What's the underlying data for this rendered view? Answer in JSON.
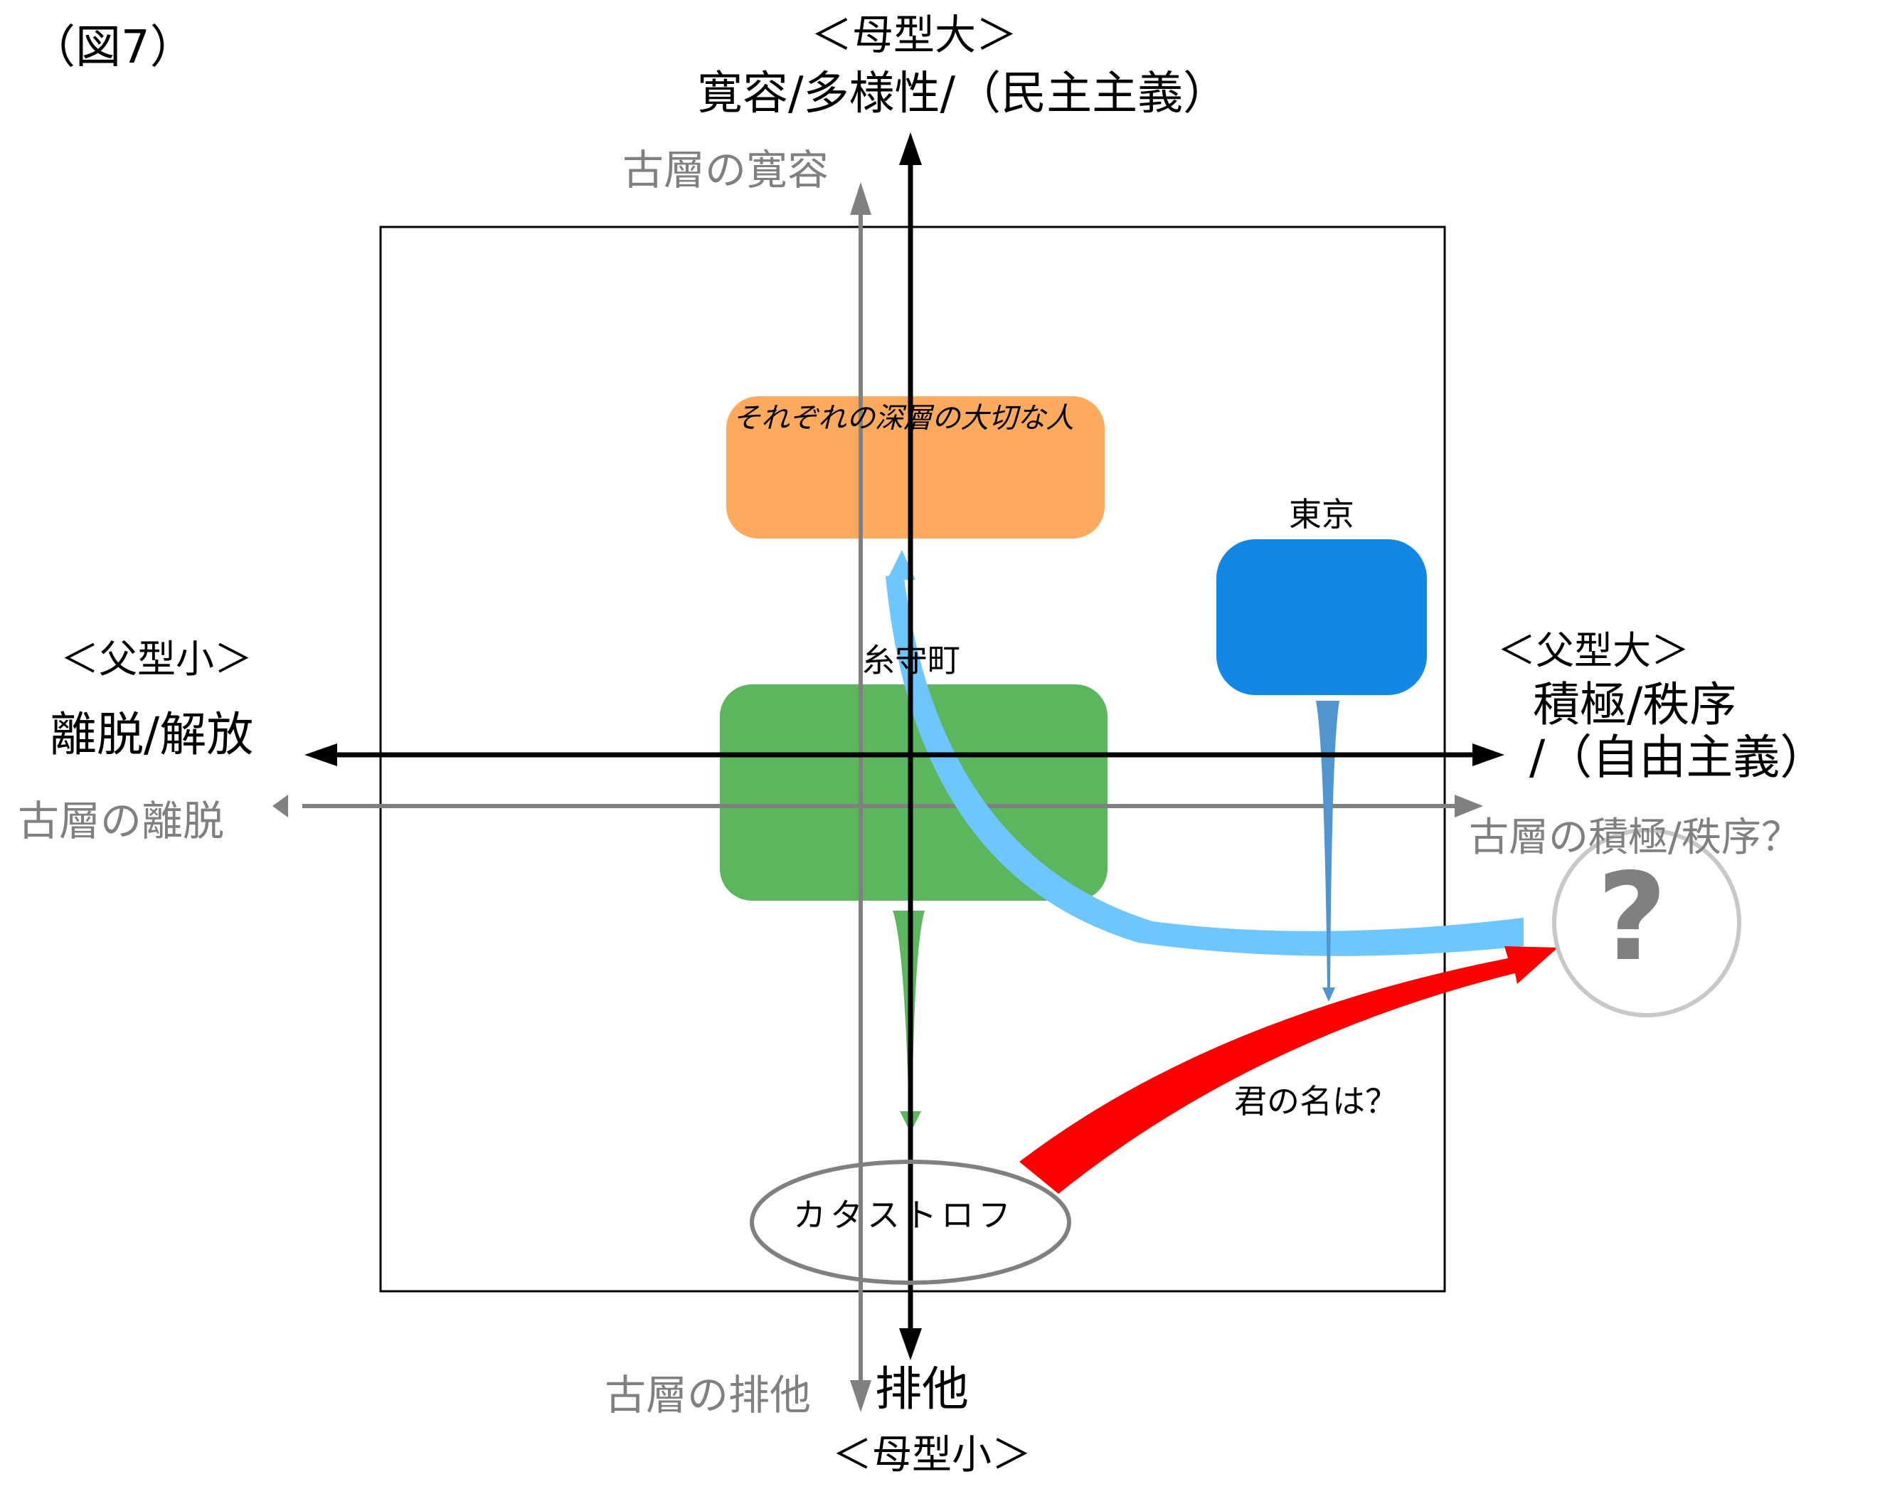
{
  "figure_label": "（図7）",
  "axes": {
    "top": {
      "sub": "＜母型大＞",
      "main": "寛容/多様性/（民主主義）",
      "old_layer": "古層の寛容"
    },
    "bottom": {
      "sub": "＜母型小＞",
      "main": "排他",
      "old_layer": "古層の排他"
    },
    "left": {
      "sub": "＜父型小＞",
      "main": "離脱/解放",
      "old_layer": "古層の離脱"
    },
    "right": {
      "sub": "＜父型大＞",
      "main_line1": "積極/秩序",
      "main_line2": "/（自由主義）",
      "old_layer": "古層の積極/秩序？"
    }
  },
  "nodes": {
    "deep_layer": {
      "label": "それぞれの深層の大切な人",
      "color": "#FDAA5E"
    },
    "tokyo": {
      "label": "東京",
      "color": "#1287E3"
    },
    "itoman": {
      "label": "糸守町",
      "color": "#5CB65E"
    },
    "catastrophe": {
      "label": "カタストロフ",
      "border_color": "#808080"
    },
    "unknown": {
      "label": "?",
      "border_color": "#C8C8C8"
    }
  },
  "edges": {
    "kimi_no_na_wa": {
      "label": "君の名は？",
      "color": "#FF0000"
    },
    "light_blue_curve": {
      "color": "#6EC6FF"
    },
    "tokyo_down": {
      "color": "#5095D0"
    },
    "itoman_down": {
      "color": "#5CB65E"
    }
  },
  "colors": {
    "axis": "#000000",
    "old_axis": "#808080"
  }
}
